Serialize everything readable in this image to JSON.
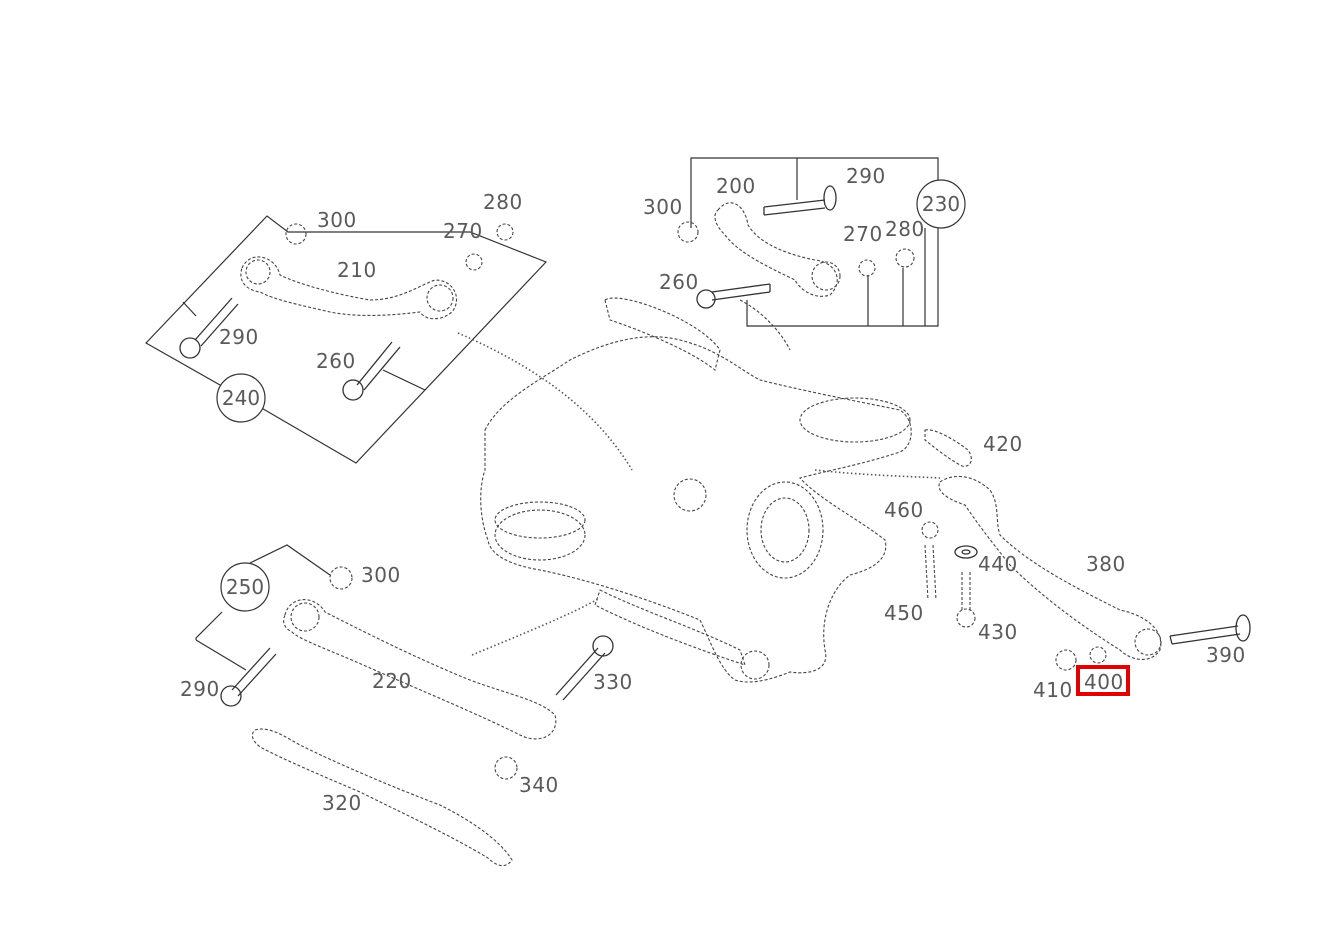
{
  "subassemblies": [
    "230",
    "240",
    "250"
  ],
  "labels": {
    "l200": "200",
    "l210": "210",
    "l220": "220",
    "l260a": "260",
    "l260b": "260",
    "l270a": "270",
    "l270b": "270",
    "l280a": "280",
    "l280b": "280",
    "l290a": "290",
    "l290b": "290",
    "l290c": "290",
    "l300a": "300",
    "l300b": "300",
    "l300c": "300",
    "l320": "320",
    "l330": "330",
    "l340": "340",
    "l380": "380",
    "l390": "390",
    "l400": "400",
    "l410": "410",
    "l420": "420",
    "l430": "430",
    "l440": "440",
    "l450": "450",
    "l460": "460"
  },
  "highlighted": "400",
  "highlight_color": "#e00000"
}
